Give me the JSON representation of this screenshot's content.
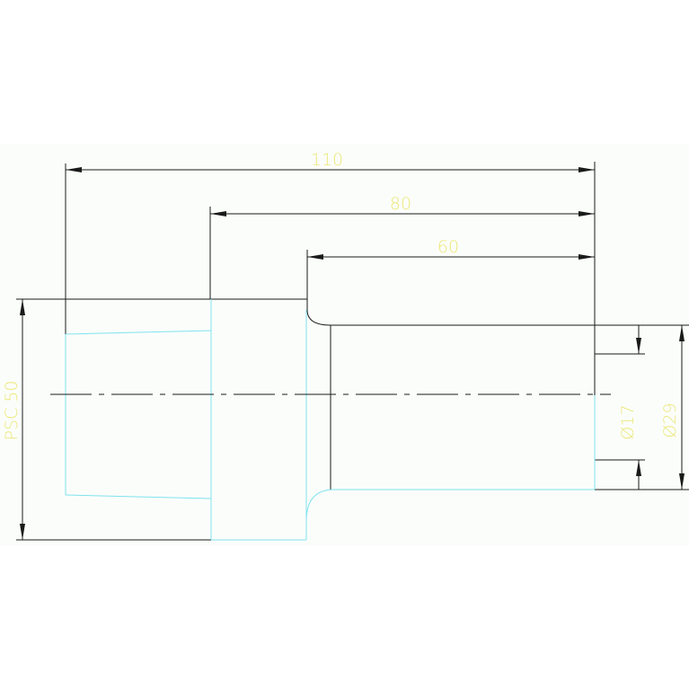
{
  "drawing": {
    "background_color": "#fbfdfb",
    "line_color": "#1a1a1a",
    "hidden_color": "#7fe3ee",
    "text_color": "#ece87a"
  },
  "dimensions": {
    "length_110": "110",
    "length_80": "80",
    "length_60": "60",
    "psc_50": "PSC 50",
    "dia_17": "Ø17",
    "dia_29": "Ø29"
  }
}
